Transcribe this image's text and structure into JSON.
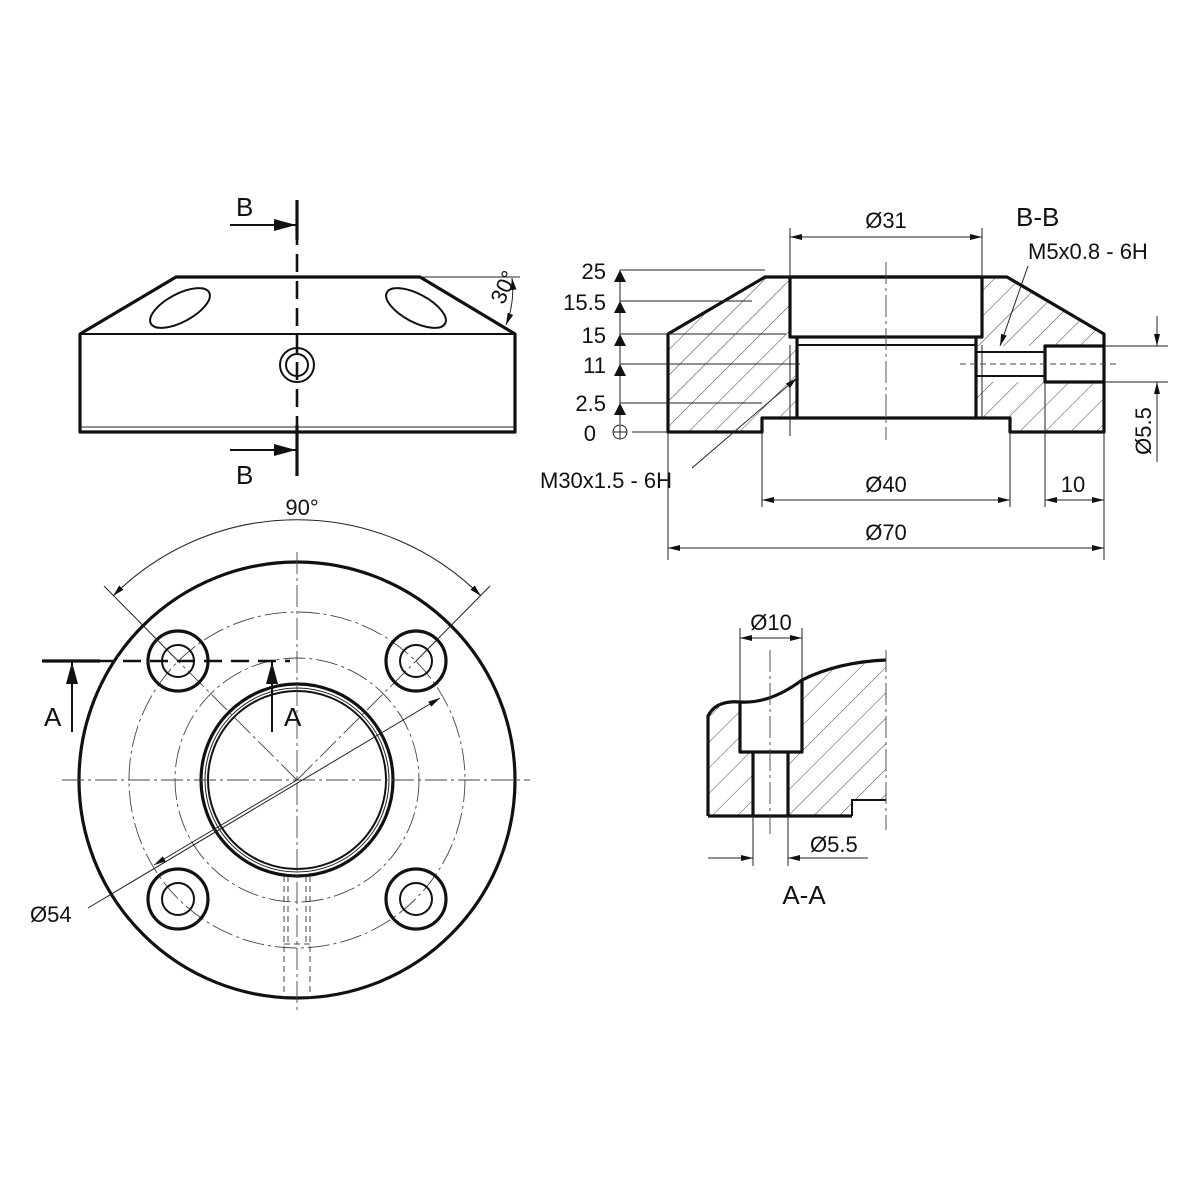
{
  "views": {
    "section_bb": {
      "title": "B-B"
    },
    "section_aa": {
      "title": "A-A"
    }
  },
  "cut_labels": {
    "b_top": "B",
    "b_bottom": "B",
    "a_left": "A",
    "a_right": "A"
  },
  "dimensions": {
    "d31": "Ø31",
    "m5": "M5x0.8 - 6H",
    "m30": "M30x1.5 - 6H",
    "d40": "Ø40",
    "ten": "10",
    "d70": "Ø70",
    "d55_right": "Ø5.5",
    "angle30": "30°",
    "angle90": "90°",
    "d54": "Ø54",
    "d10": "Ø10",
    "d55_aa": "Ø5.5"
  },
  "height_scale": {
    "h25": "25",
    "h155": "15.5",
    "h15": "15",
    "h11": "11",
    "h25b": "2.5",
    "h0": "0"
  }
}
